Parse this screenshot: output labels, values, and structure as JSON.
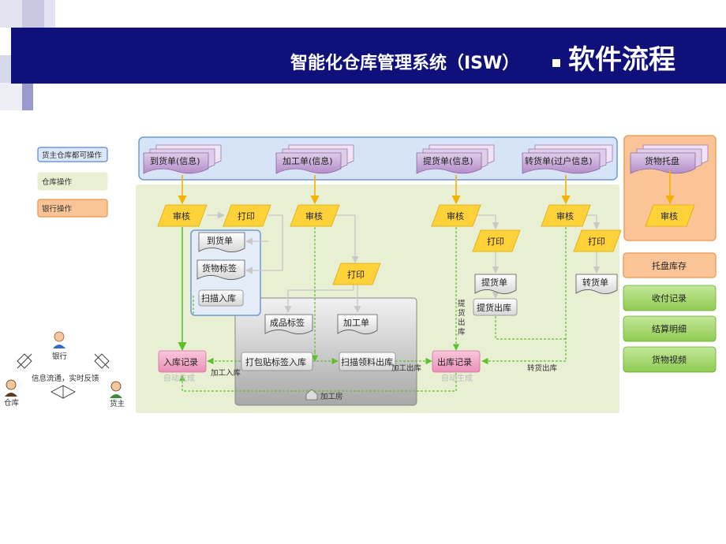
{
  "header": {
    "title": "智能化仓库管理系统（ISW）",
    "subtitle": "软件流程"
  },
  "legend": {
    "all": "货主仓库都可操作",
    "warehouse": "仓库操作",
    "bank": "银行操作"
  },
  "docs": {
    "arrival": "到货单(信息)",
    "processing": "加工单(信息)",
    "pickup": "提货单(信息)",
    "transfer": "转货单(过户信息)",
    "pallet": "货物托盘"
  },
  "steps": {
    "review": "审核",
    "print": "打印",
    "arrival_doc": "到货单",
    "goods_label": "货物标签",
    "scan_in": "扫描入库",
    "finished_label": "成品标签",
    "process_doc": "加工单",
    "pack_label_in": "打包贴标签入库",
    "scan_out": "扫描领料出库",
    "in_record": "入库记录",
    "out_record": "出库记录",
    "pickup_doc": "提货单",
    "pickup_out": "提货出库",
    "transfer_doc": "转货单",
    "auto_gen": "自动生成",
    "process_in": "加工入库",
    "process_out": "加工出库",
    "transfer_out": "转货出库",
    "pickup_vertical": "提货出库",
    "workshop": "加工房"
  },
  "right_panel": [
    "托盘库存",
    "收付记录",
    "结算明细",
    "货物视频"
  ],
  "actors": {
    "bank": "银行",
    "warehouse": "仓库",
    "owner": "货主",
    "info": "信息流通，实时反馈"
  },
  "colors": {
    "title_bar": "#10107a",
    "doc_fill": "#c7a7d8",
    "step_fill": "#ffd23a",
    "green_btn": "#a5d86c",
    "pink_btn": "#f2a7c8",
    "orange_panel": "#fbc497"
  }
}
